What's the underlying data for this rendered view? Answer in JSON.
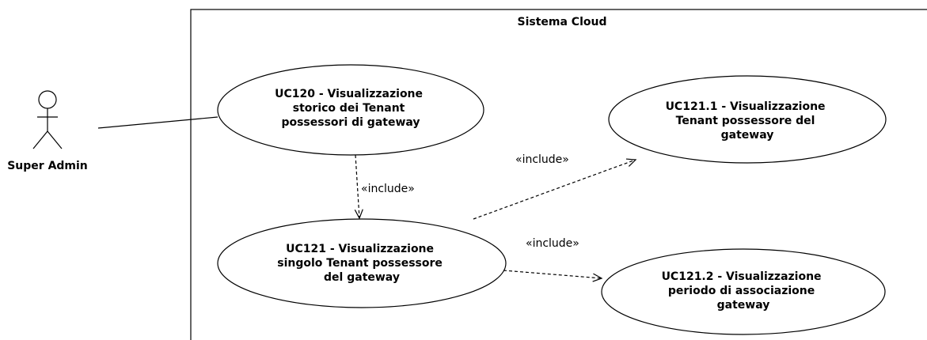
{
  "system": {
    "title": "Sistema Cloud"
  },
  "actor": {
    "name": "Super Admin"
  },
  "use_cases": [
    {
      "id": "uc120",
      "lines": [
        "UC120 - Visualizzazione",
        "storico dei Tenant",
        "possessori di gateway"
      ]
    },
    {
      "id": "uc121",
      "lines": [
        "UC121 - Visualizzazione",
        "singolo Tenant possessore",
        "del gateway"
      ]
    },
    {
      "id": "uc121_1",
      "lines": [
        "UC121.1 - Visualizzazione",
        "Tenant possessore del",
        "gateway"
      ]
    },
    {
      "id": "uc121_2",
      "lines": [
        "UC121.2 - Visualizzazione",
        "periodo di associazione",
        "gateway"
      ]
    }
  ],
  "relations": {
    "include_1": "«include»",
    "include_2": "«include»",
    "include_3": "«include»"
  }
}
